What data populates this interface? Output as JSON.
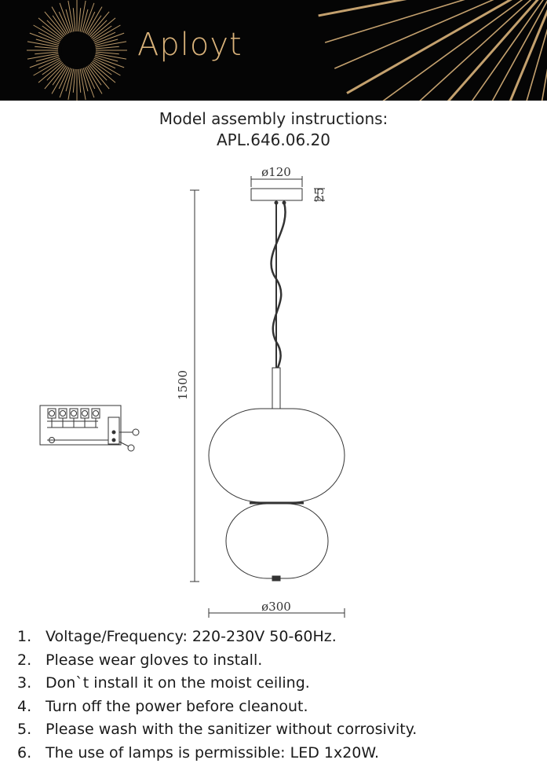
{
  "brand": {
    "name": "Aployt",
    "accent_color": "#d9b27a",
    "background_color": "#050505"
  },
  "title": {
    "line1": "Model assembly instructions:",
    "line2": "APL.646.06.20"
  },
  "drawing": {
    "canopy_diameter": "ø120",
    "canopy_height": "25",
    "total_height": "1500",
    "shade_diameter": "ø300"
  },
  "specs": [
    {
      "num": "1.",
      "text": "Voltage/Frequency: 220-230V 50-60Hz."
    },
    {
      "num": "2.",
      "text": "Please wear gloves to install."
    },
    {
      "num": "3.",
      "text": "Don`t install it on the moist ceiling."
    },
    {
      "num": "4.",
      "text": "Turn off the power before cleanout."
    },
    {
      "num": "5.",
      "text": "Please wash with the sanitizer without corrosivity."
    },
    {
      "num": "6.",
      "text": "The use of lamps is permissible: LED 1x20W."
    }
  ]
}
